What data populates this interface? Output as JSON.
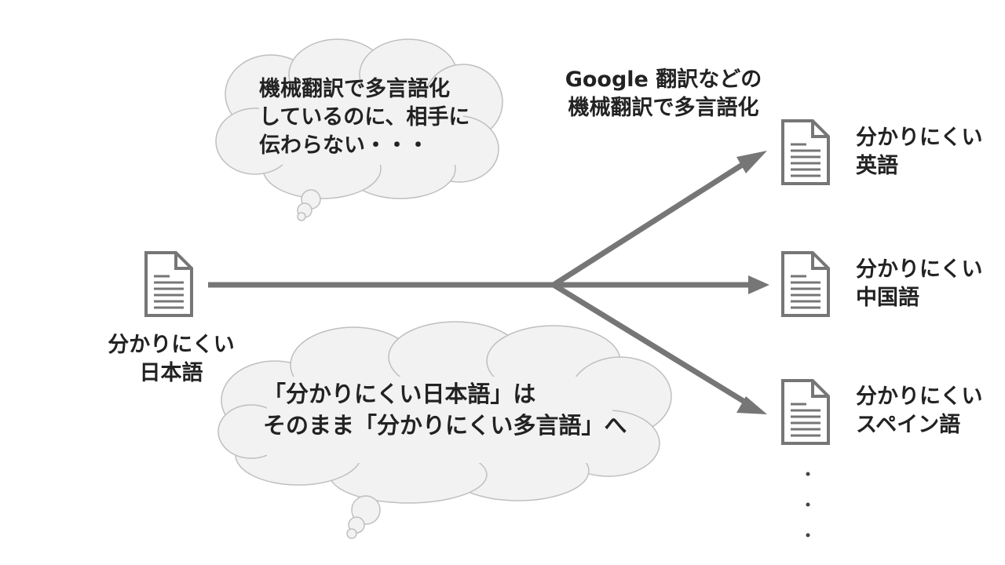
{
  "colors": {
    "arrow": "#767676",
    "doc_fill": "#ffffff",
    "doc_stroke": "#767676",
    "cloud_fill": "#f2f2f2",
    "cloud_stroke": "#bfbfbf",
    "text": "#222222"
  },
  "icons": {
    "document": "document-icon",
    "thought_cloud": "thought-cloud"
  },
  "source": {
    "line1": "分かりにくい",
    "line2": "日本語"
  },
  "translation_note": {
    "line1": "Google 翻訳などの",
    "line2": "機械翻訳で多言語化"
  },
  "targets": [
    {
      "line1": "分かりにくい",
      "line2": "英語"
    },
    {
      "line1": "分かりにくい",
      "line2": "中国語"
    },
    {
      "line1": "分かりにくい",
      "line2": "スペイン語"
    }
  ],
  "thought_top": {
    "line1": "機械翻訳で多言語化",
    "line2": "しているのに、相手に",
    "line3": "伝わらない・・・"
  },
  "thought_bottom": {
    "line1": "「分かりにくい日本語」は",
    "line2": "そのまま「分かりにくい多言語」へ"
  }
}
